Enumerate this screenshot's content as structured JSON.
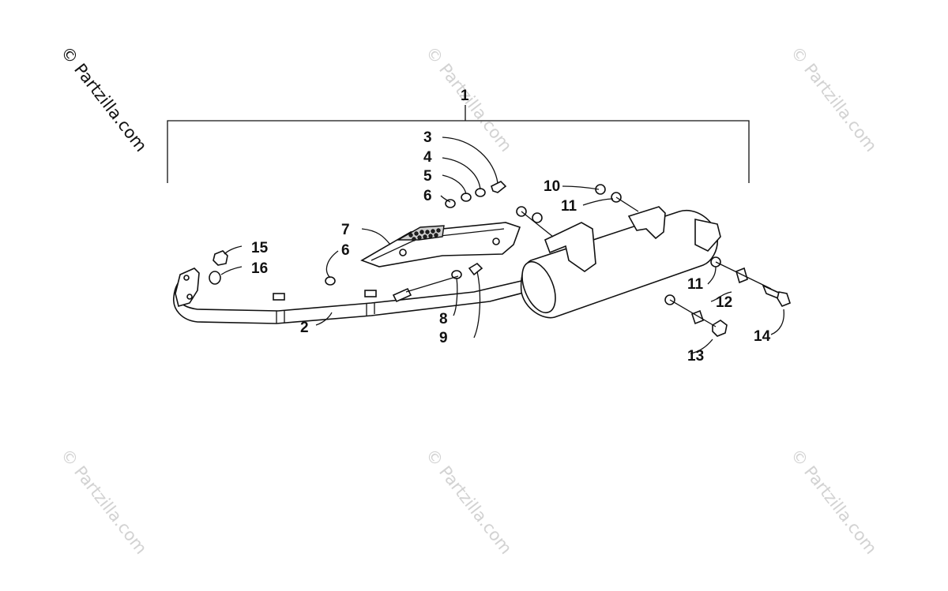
{
  "watermark": {
    "main_text": "© Partzilla.com",
    "faint_text": "© Partzilla.com"
  },
  "callouts": {
    "c1": "1",
    "c2": "2",
    "c3": "3",
    "c4": "4",
    "c5": "5",
    "c6a": "6",
    "c6b": "6",
    "c7": "7",
    "c8": "8",
    "c9": "9",
    "c10": "10",
    "c11a": "11",
    "c11b": "11",
    "c12": "12",
    "c13": "13",
    "c14": "14",
    "c15": "15",
    "c16": "16"
  },
  "colors": {
    "line": "#111111",
    "watermark_faint": "#d2d2d2",
    "background": "#ffffff"
  }
}
